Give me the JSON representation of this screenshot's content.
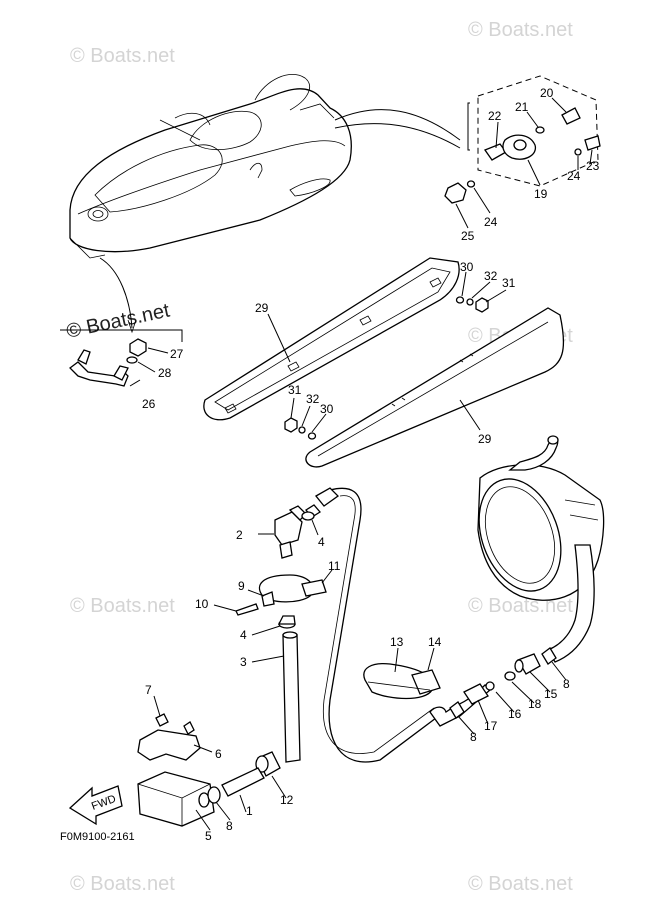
{
  "watermarks": [
    "© Boats.net",
    "© Boats.net",
    "© Boats.net",
    "© Boats.net",
    "© Boats.net",
    "© Boats.net",
    "© Boats.net",
    "© Boats.net"
  ],
  "watermark_strong": "© Boats.net",
  "figure_code": "F0M9100-2161",
  "fwd_label": "FWD",
  "callouts": {
    "n1": "1",
    "n2": "2",
    "n3": "3",
    "n4a": "4",
    "n4b": "4",
    "n5": "5",
    "n6": "6",
    "n7": "7",
    "n8a": "8",
    "n8b": "8",
    "n8c": "8",
    "n9": "9",
    "n10": "10",
    "n11": "11",
    "n12": "12",
    "n13": "13",
    "n14": "14",
    "n15": "15",
    "n16": "16",
    "n17": "17",
    "n18": "18",
    "n19": "19",
    "n20": "20",
    "n21": "21",
    "n22": "22",
    "n23": "23",
    "n24a": "24",
    "n24b": "24",
    "n25": "25",
    "n26": "26",
    "n27": "27",
    "n28": "28",
    "n29a": "29",
    "n29b": "29",
    "n30a": "30",
    "n30b": "30",
    "n31a": "31",
    "n31b": "31",
    "n32a": "32",
    "n32b": "32"
  },
  "colors": {
    "line": "#000000",
    "watermark": "#d4d4d4",
    "background": "#ffffff"
  }
}
